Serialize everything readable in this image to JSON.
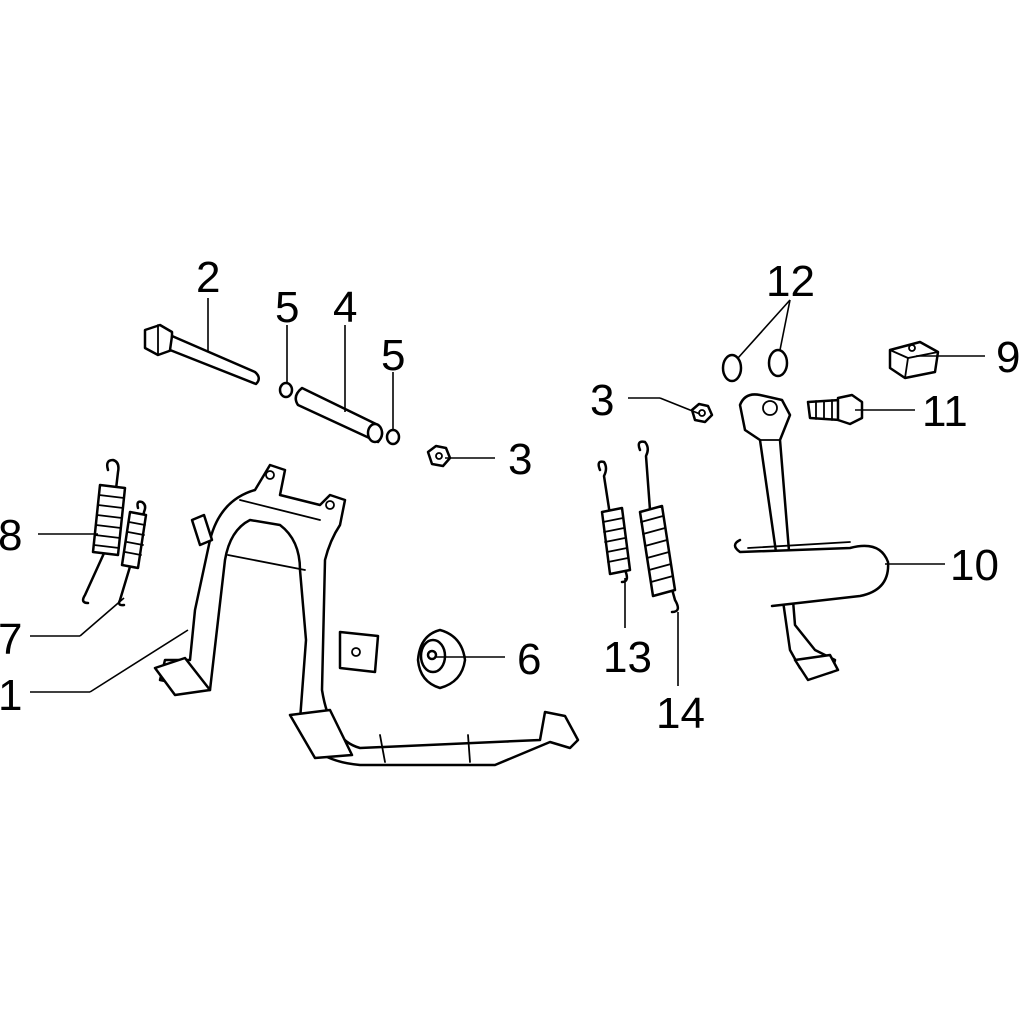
{
  "callouts": {
    "c1": "1",
    "c2": "2",
    "c3a": "3",
    "c3b": "3",
    "c4": "4",
    "c5a": "5",
    "c5b": "5",
    "c6": "6",
    "c7": "7",
    "c8": "8",
    "c9": "9",
    "c10": "10",
    "c11": "11",
    "c12": "12",
    "c13": "13",
    "c14": "14"
  }
}
